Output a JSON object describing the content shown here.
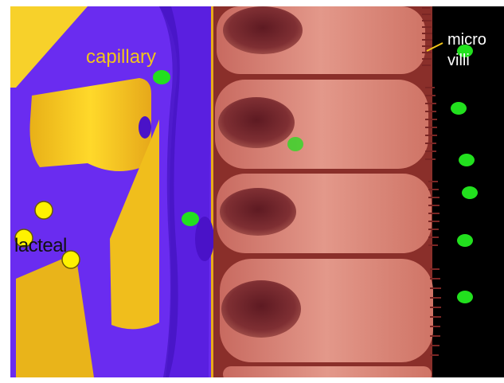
{
  "labels": {
    "capillary": "capillary",
    "lacteal": "lacteal",
    "microvilli_line1": "micro",
    "microvilli_line2": "villi"
  },
  "colors": {
    "background_dark": "#000000",
    "frame_white": "#ffffff",
    "capillary_purple": "#6a2cf0",
    "capillary_purple_dark": "#4a12c8",
    "lacteal_yellow": "#f6cf1c",
    "lacteal_yellow_dark": "#d8a016",
    "cell_pink": "#d97c70",
    "cell_pink_light": "#e89a8c",
    "cell_border": "#8a2f2a",
    "nucleus": "#7a2a2e",
    "nutrient_green": "#22e01e",
    "fat_yellow": "#fff200",
    "label_capillary": "#f2c51a",
    "label_lacteal": "#111111",
    "label_microvilli": "#ffffff"
  }
}
